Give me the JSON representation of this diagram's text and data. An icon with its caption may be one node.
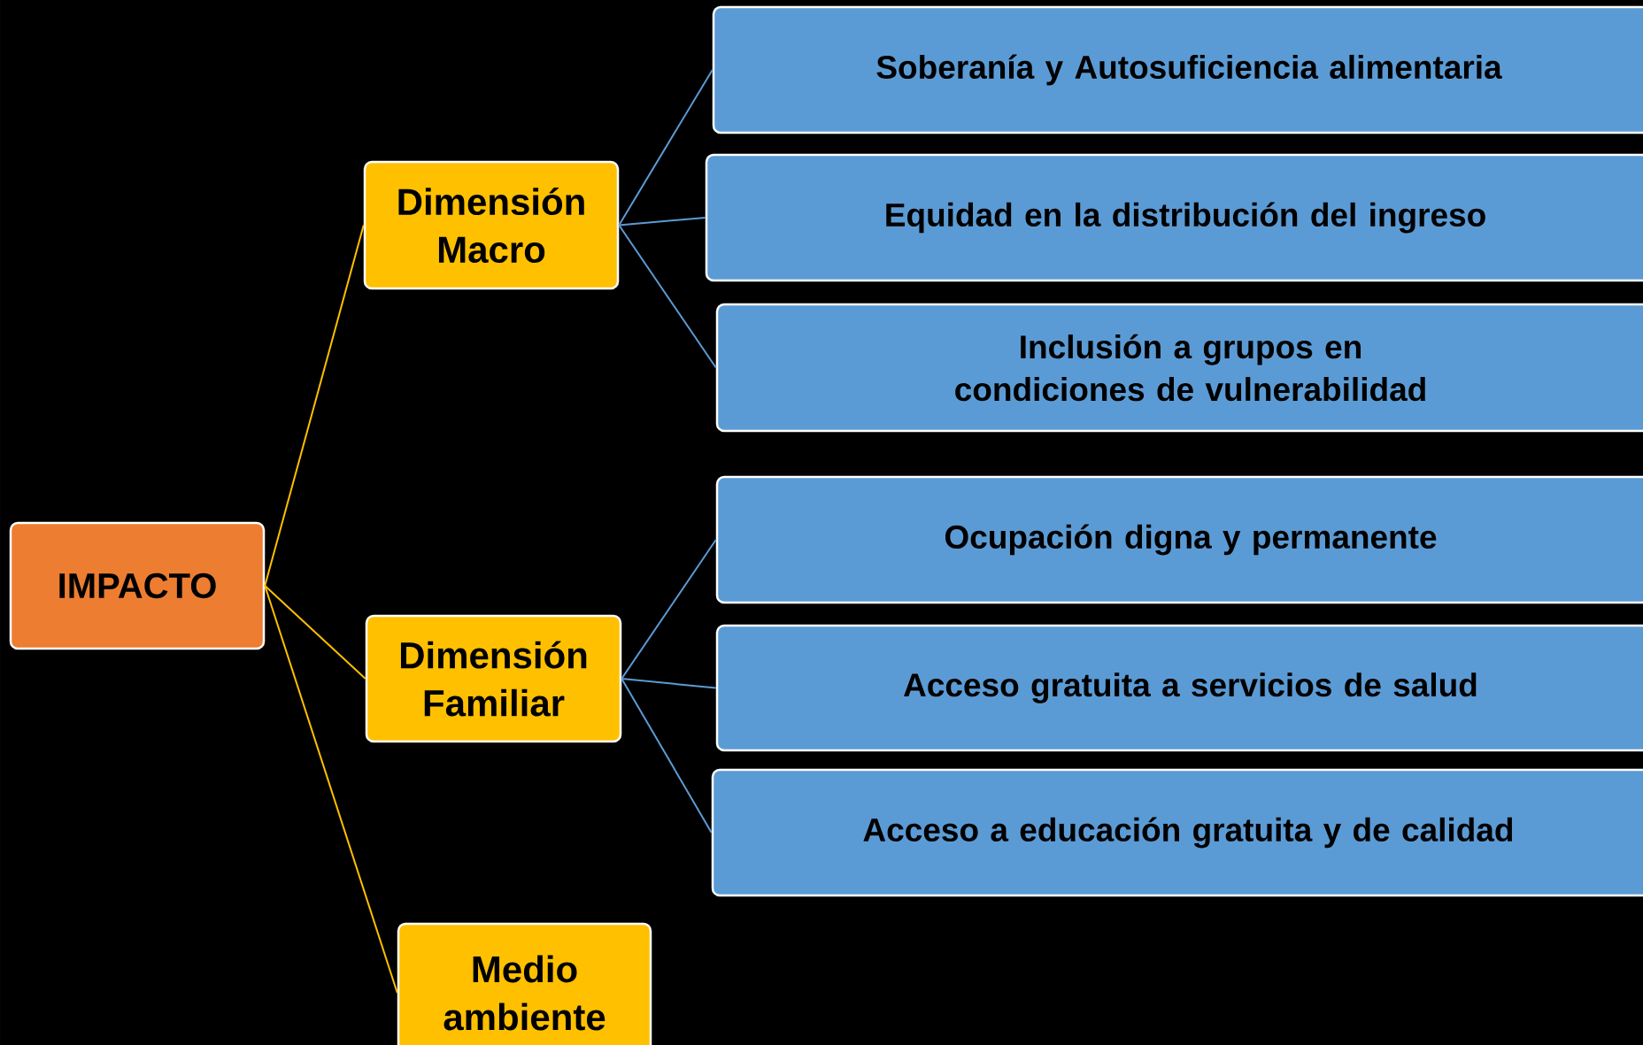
{
  "diagram": {
    "nodes": [
      {
        "text": [
          "IMPACTO"
        ]
      },
      {
        "text": [
          "Dimensión Macro"
        ]
      },
      {
        "text": [
          "Dimensión Familiar"
        ]
      },
      {
        "text": [
          "Medio ambiente"
        ]
      },
      {
        "text": [
          "Soberanía y Autosuficiencia alimentaria"
        ]
      },
      {
        "text": [
          "Equidad en la distribución del ingreso"
        ]
      },
      {
        "text": [
          "Inclusión a grupos en condiciones de vulnerabilidad"
        ]
      },
      {
        "text": [
          "Ocupación digna y permanente"
        ]
      },
      {
        "text": [
          "Acceso gratuita a servicios de salud"
        ]
      },
      {
        "text": [
          "Acceso a educación gratuita y de calidad"
        ]
      }
    ],
    "edges": [
      {
        "from": 0,
        "to": 1,
        "arrow": "none",
        "color": "#ffc000"
      },
      {
        "from": 0,
        "to": 2,
        "arrow": "none",
        "color": "#ffc000"
      },
      {
        "from": 0,
        "to": 3,
        "arrow": "none",
        "color": "#ffc000"
      },
      {
        "from": 1,
        "to": 4,
        "arrow": "none"
      },
      {
        "from": 1,
        "to": 5,
        "arrow": "none"
      },
      {
        "from": 1,
        "to": 6,
        "arrow": "none"
      },
      {
        "from": 2,
        "to": 7,
        "arrow": "none"
      },
      {
        "from": 2,
        "to": 8,
        "arrow": "none"
      },
      {
        "from": 2,
        "to": 9,
        "arrow": "none"
      }
    ]
  }
}
